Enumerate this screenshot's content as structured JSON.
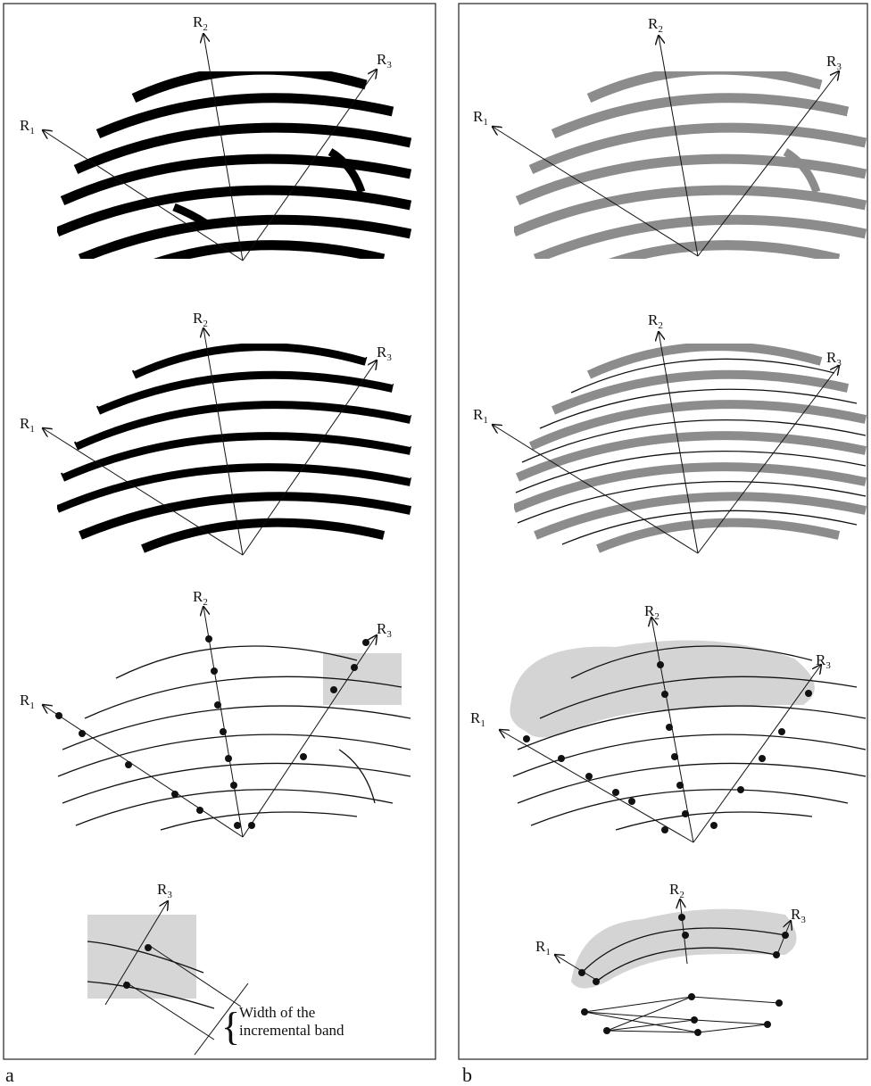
{
  "panels": [
    {
      "caption": "a"
    },
    {
      "caption": "b"
    }
  ],
  "rays": {
    "r1": {
      "base": "R",
      "sub": "1"
    },
    "r2": {
      "base": "R",
      "sub": "2"
    },
    "r3": {
      "base": "R",
      "sub": "3"
    }
  },
  "annotation": {
    "line1": "Width of the",
    "line2": "incremental band"
  },
  "colors": {
    "ridge_black": "#000000",
    "ridge_grey": "#8c8c8c",
    "highlight": "#d4d4d4",
    "frame": "#222222"
  }
}
